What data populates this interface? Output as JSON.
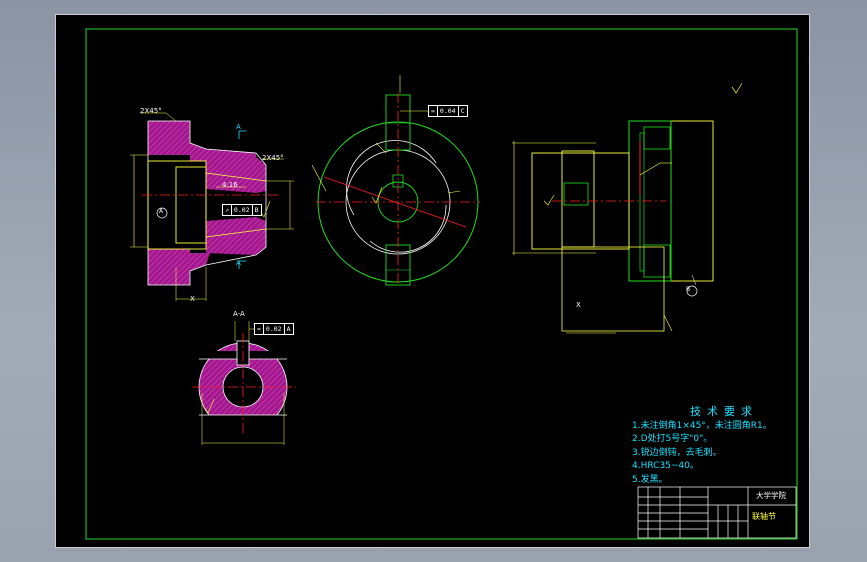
{
  "labels": {
    "chamfer_top": "2X45°",
    "chamfer_right": "2X45°",
    "bore_angle": "4:16",
    "section_mark": "A",
    "datum_a": "A",
    "datum_b": "B",
    "x_mark": "X",
    "section_aa": "A-A"
  },
  "fcf_left": {
    "symbol": "↗",
    "value": "0.02",
    "datum": "B"
  },
  "fcf_center": {
    "symbol": "=",
    "value": "0.04",
    "datum": "C"
  },
  "fcf_aa": {
    "symbol": "=",
    "value": "0.02",
    "datum": "A"
  },
  "requirements": {
    "title": "技术要求",
    "items": [
      "1.未注倒角1×45°，未注圆角R1。",
      "2.D处打5号字\"0\"。",
      "3.锐边倒钝，去毛刺。",
      "4.HRC35~40。",
      "5.发黑。"
    ]
  },
  "title_block": {
    "school": "大学学院",
    "part_name": "联轴节"
  },
  "colors": {
    "frame": "#20e020",
    "outline": "#ffffff",
    "dimension": "#ffff40",
    "centerline": "#ff2020",
    "hatch": "#a0188a",
    "notes": "#18e0ff"
  }
}
